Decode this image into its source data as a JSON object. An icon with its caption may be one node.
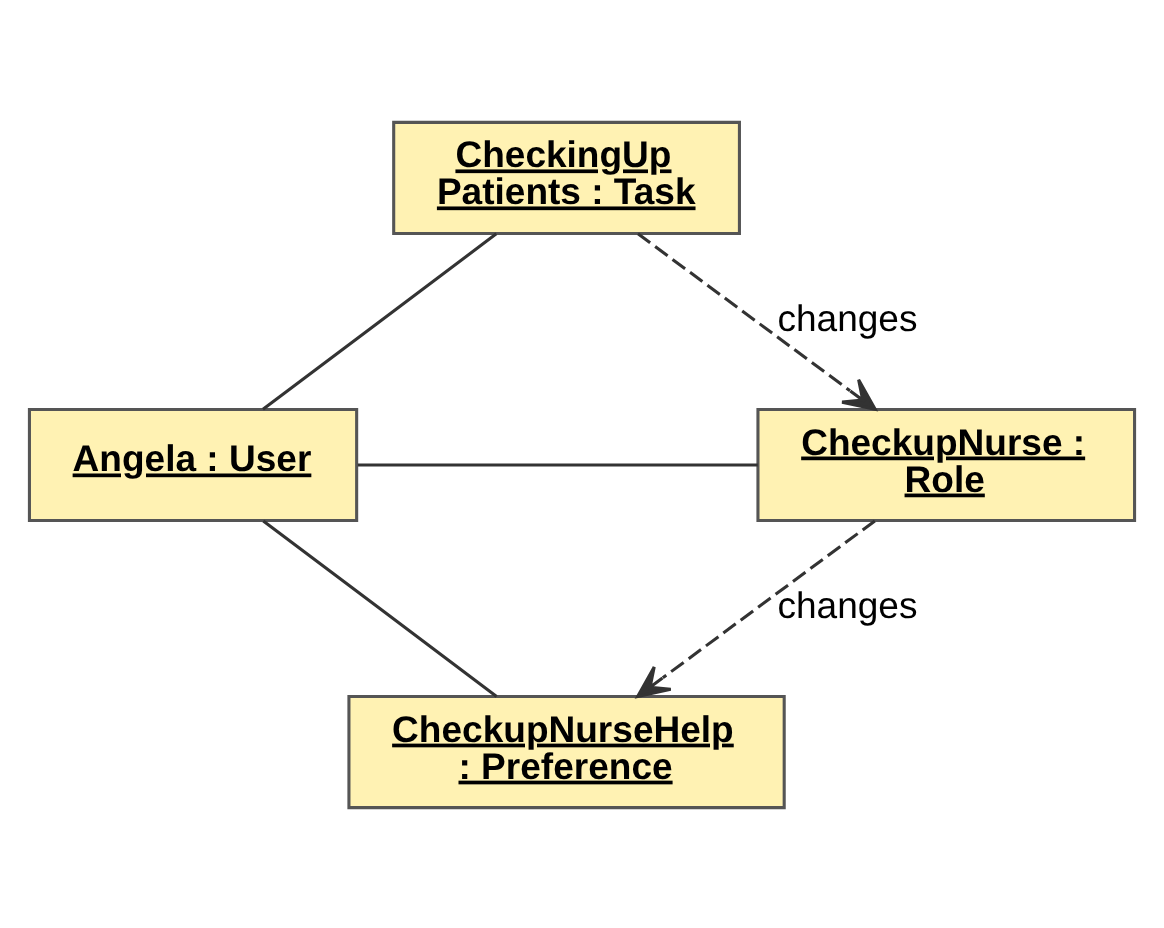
{
  "diagram": {
    "nodes": [
      {
        "text": [
          "CheckingUp Patients : Task"
        ]
      },
      {
        "text": [
          "Angela : User"
        ]
      },
      {
        "text": [
          "CheckupNurse : Role"
        ]
      },
      {
        "text": [
          "CheckupNurseHelp : Preference"
        ]
      }
    ],
    "edges": [
      {
        "from": 1,
        "to": 0,
        "arrow": "none"
      },
      {
        "from": 1,
        "to": 2,
        "arrow": "none"
      },
      {
        "from": 1,
        "to": 3,
        "arrow": "none"
      },
      {
        "from": 0,
        "to": 2,
        "arrow": "to",
        "label": "changes",
        "style": "dashed"
      },
      {
        "from": 2,
        "to": 3,
        "arrow": "to",
        "label": "changes",
        "style": "dashed"
      }
    ]
  }
}
